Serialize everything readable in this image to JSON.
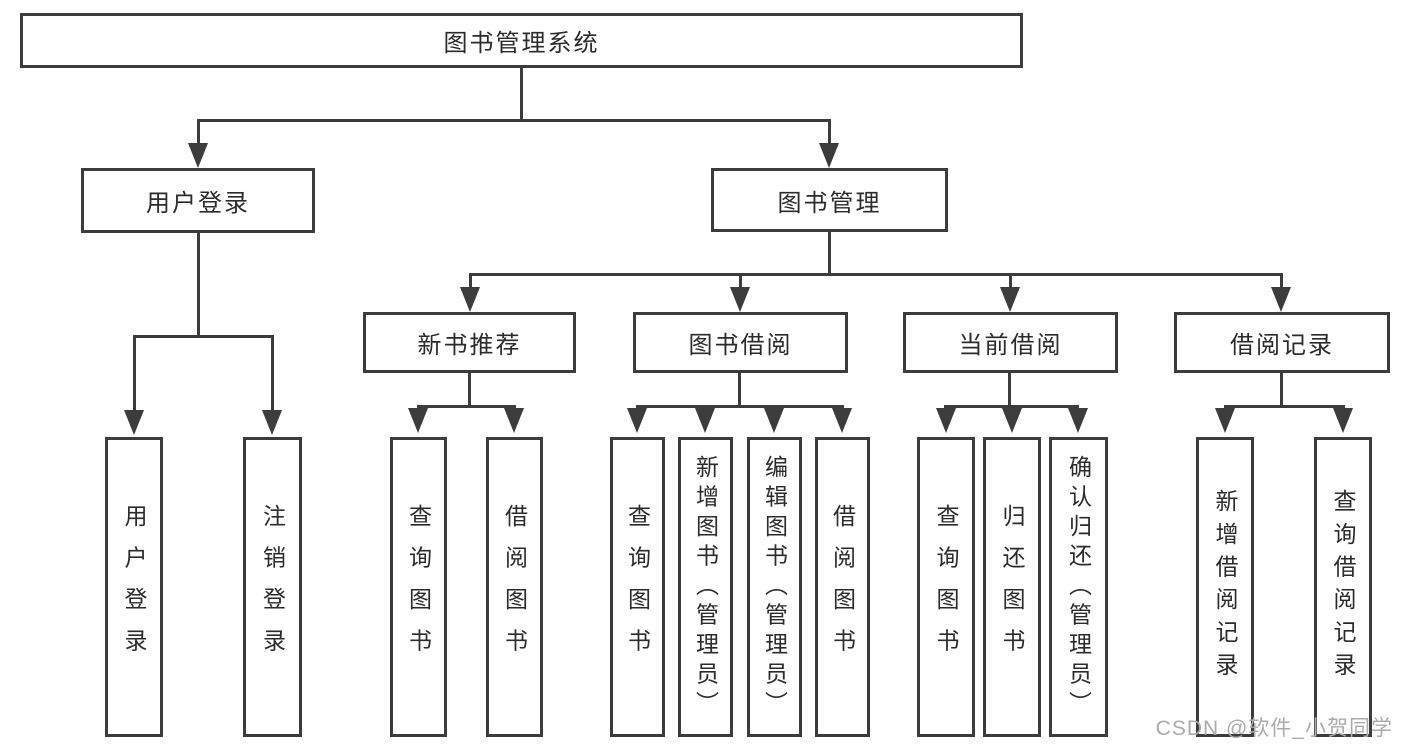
{
  "diagram": {
    "title": "图书管理系统",
    "nodes": {
      "root": "图书管理系统",
      "user_login": "用户登录",
      "book_mgmt": "图书管理",
      "new_book_rec": "新书推荐",
      "book_borrow": "图书借阅",
      "current_borrow": "当前借阅",
      "borrow_record": "借阅记录",
      "leaf_user_login": "用户登录",
      "leaf_logout": "注销登录",
      "leaf_query_book_1": "查询图书",
      "leaf_borrow_book_1": "借阅图书",
      "leaf_query_book_2": "查询图书",
      "leaf_add_book": "新增图书（管理员）",
      "leaf_edit_book": "编辑图书（管理员）",
      "leaf_borrow_book_2": "借阅图书",
      "leaf_query_book_3": "查询图书",
      "leaf_return_book": "归还图书",
      "leaf_confirm_return": "确认归还（管理员）",
      "leaf_add_borrow_record": "新增借阅记录",
      "leaf_query_borrow_record": "查询借阅记录"
    },
    "colors": {
      "line": "#3c3c3c",
      "text": "#2b2b2b",
      "background": "#ffffff",
      "watermark": "#ababab"
    },
    "watermark": "CSDN @软件_小贺同学"
  }
}
